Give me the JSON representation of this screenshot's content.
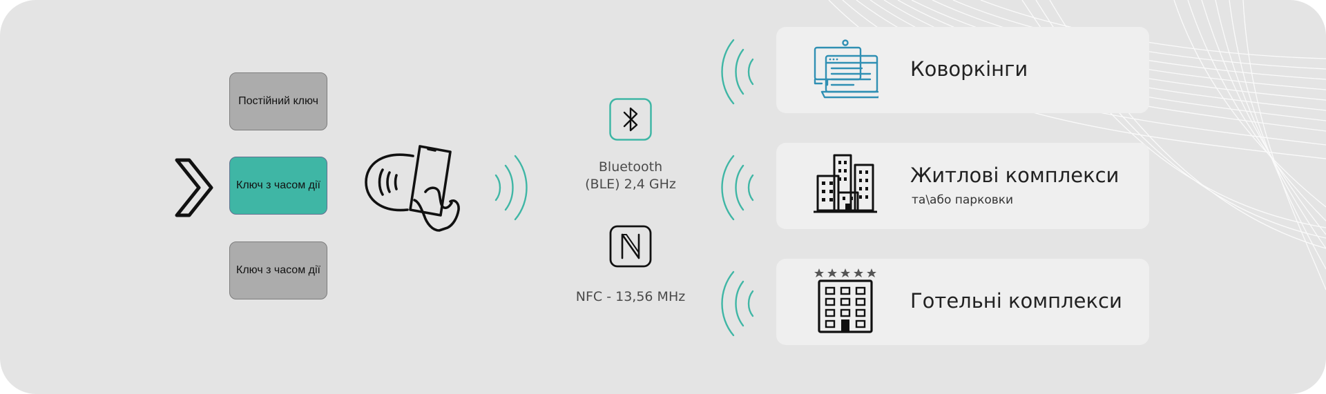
{
  "keys": [
    {
      "label": "Постійний ключ",
      "active": false
    },
    {
      "label": "Ключ з часом дії",
      "active": true
    },
    {
      "label": "Ключ з часом дії",
      "active": false
    }
  ],
  "protocols": {
    "bluetooth": {
      "label_line1": "Bluetooth",
      "label_line2": "(BLE) 2,4 GHz",
      "icon": "bluetooth-icon"
    },
    "nfc": {
      "label": "NFC - 13,56 MHz",
      "icon": "nfc-icon"
    }
  },
  "destinations": [
    {
      "title": "Коворкінги",
      "subtitle": "",
      "icon": "coworking-computer-icon"
    },
    {
      "title": "Житлові комплекси",
      "subtitle": "та\\або парковки",
      "icon": "residential-buildings-icon"
    },
    {
      "title": "Готельні комплекси",
      "subtitle": "",
      "icon": "hotel-icon"
    }
  ],
  "colors": {
    "background": "#e4e4e4",
    "card": "#efefef",
    "accent": "#3fb6a5",
    "inactive_key": "#acacac",
    "wave": "#3fb6a5"
  }
}
